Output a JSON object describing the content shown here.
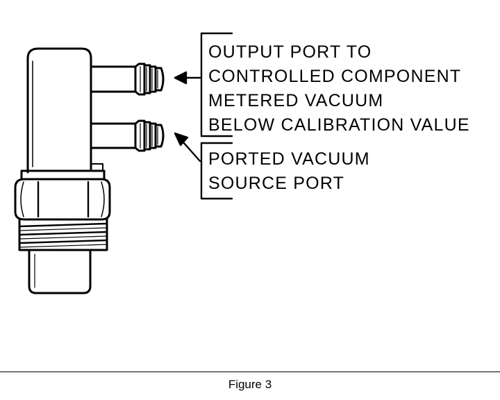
{
  "labels": {
    "output_port": {
      "line1": "OUTPUT PORT TO",
      "line2": "CONTROLLED COMPONENT",
      "line3": "METERED VACUUM",
      "line4": "BELOW CALIBRATION VALUE"
    },
    "ported_vacuum": {
      "line1": "PORTED VACUUM",
      "line2": "SOURCE PORT"
    }
  },
  "caption": "Figure 3",
  "colors": {
    "ink": "#000000",
    "paper": "#ffffff"
  }
}
